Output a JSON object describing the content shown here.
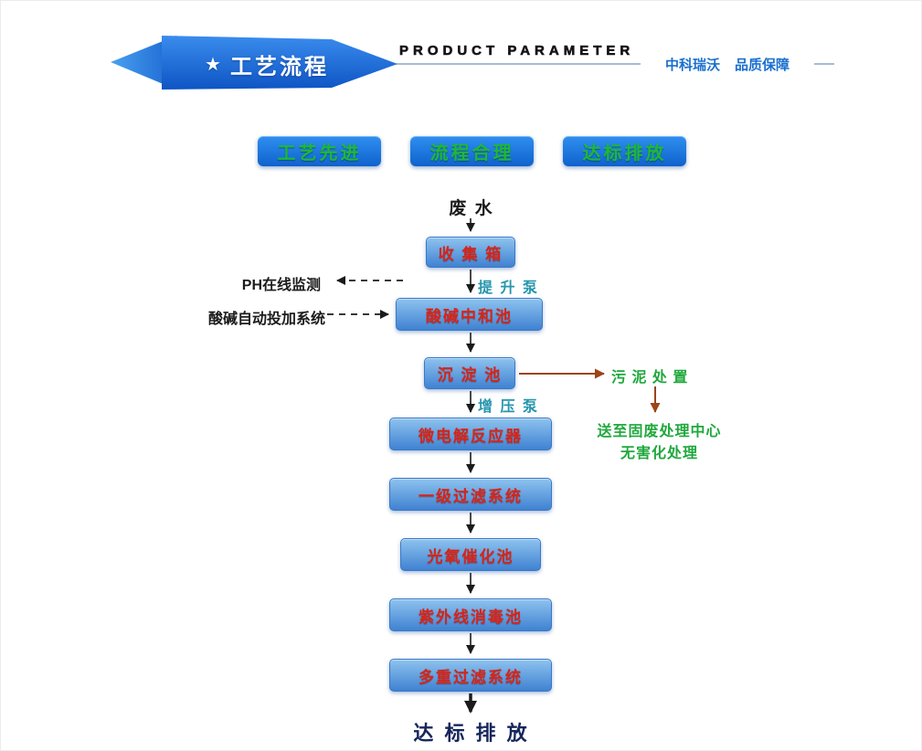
{
  "header": {
    "star": "★",
    "title": "工艺流程",
    "subtitle": "PRODUCT PARAMETER",
    "brand": "中科瑞沃",
    "tagline": "品质保障"
  },
  "badges": [
    {
      "label": "工艺先进"
    },
    {
      "label": "流程合理"
    },
    {
      "label": "达标排放"
    }
  ],
  "flow": {
    "source": "废 水",
    "steps": [
      {
        "label": "收 集 箱"
      },
      {
        "label": "酸碱中和池"
      },
      {
        "label": "沉 淀 池"
      },
      {
        "label": "微电解反应器"
      },
      {
        "label": "一级过滤系统"
      },
      {
        "label": "光氧催化池"
      },
      {
        "label": "紫外线消毒池"
      },
      {
        "label": "多重过滤系统"
      }
    ],
    "outcome": "达 标 排 放",
    "pump_lift": "提 升 泵",
    "pump_boost": "增 压 泵",
    "ph_monitoring": "PH在线监测",
    "dosing_system": "酸碱自动投加系统",
    "sludge_disposal": "污 泥 处 置",
    "sludge_note_line1": "送至固废处理中心",
    "sludge_note_line2": "无害化处理"
  },
  "colors": {
    "banner_blue": "#1b6ede",
    "badge_blue": "#1877e6",
    "badge_text_green": "#1eb838",
    "box_blue_top": "#8ec3ee",
    "box_blue_bottom": "#4082d2",
    "box_text_red": "#d62419",
    "pump_teal": "#2596ad",
    "note_green": "#1fa83c",
    "branch_brown": "#9c4518",
    "outcome_navy": "#16265c"
  }
}
